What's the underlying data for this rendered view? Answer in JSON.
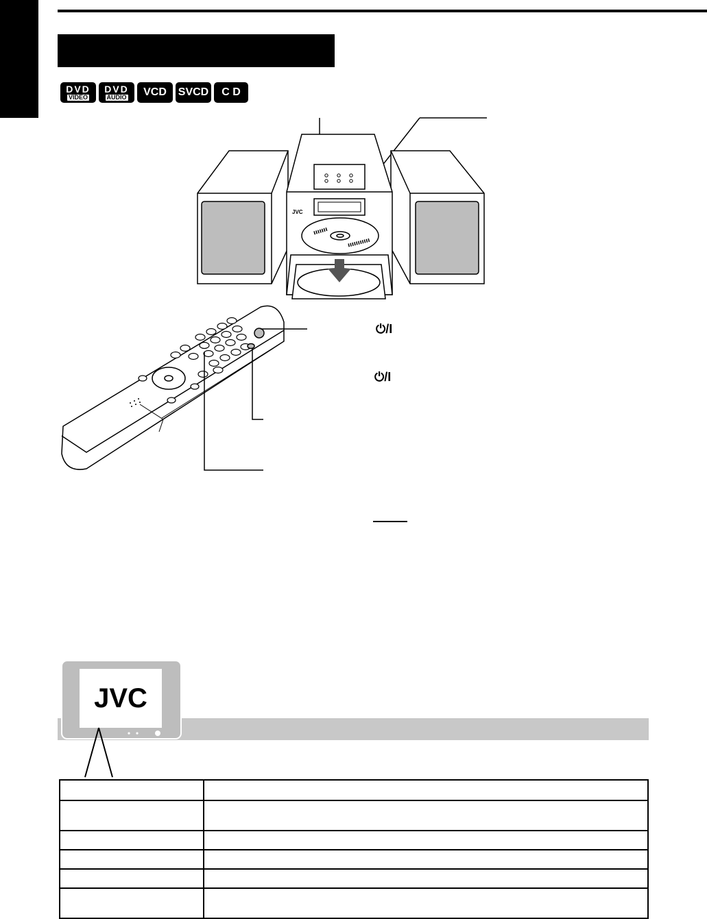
{
  "page": {
    "title": ""
  },
  "disc_badges": [
    {
      "top": "DVD",
      "bottom": "VIDEO",
      "icon": "dvd-video-logo"
    },
    {
      "top": "DVD",
      "bottom": "AUDIO",
      "icon": "dvd-audio-logo"
    },
    {
      "top": "VCD",
      "bottom": "",
      "icon": "vcd-logo"
    },
    {
      "top": "SVCD",
      "bottom": "",
      "icon": "svcd-logo"
    },
    {
      "top": "C D",
      "bottom": "",
      "icon": "cd-logo"
    }
  ],
  "illustration": {
    "unit_logo": "JVC",
    "tv_logo": "JVC",
    "power_symbol": "⏻/I"
  },
  "colors": {
    "black": "#000000",
    "strip_gray": "#c8c8c8",
    "tv_gray": "#bdbdbd"
  },
  "table": {
    "rows": [
      {
        "c1": "",
        "c2": ""
      },
      {
        "c1": "",
        "c2": ""
      },
      {
        "c1": "",
        "c2": ""
      },
      {
        "c1": "",
        "c2": ""
      },
      {
        "c1": "",
        "c2": ""
      },
      {
        "c1": "",
        "c2": ""
      }
    ]
  }
}
